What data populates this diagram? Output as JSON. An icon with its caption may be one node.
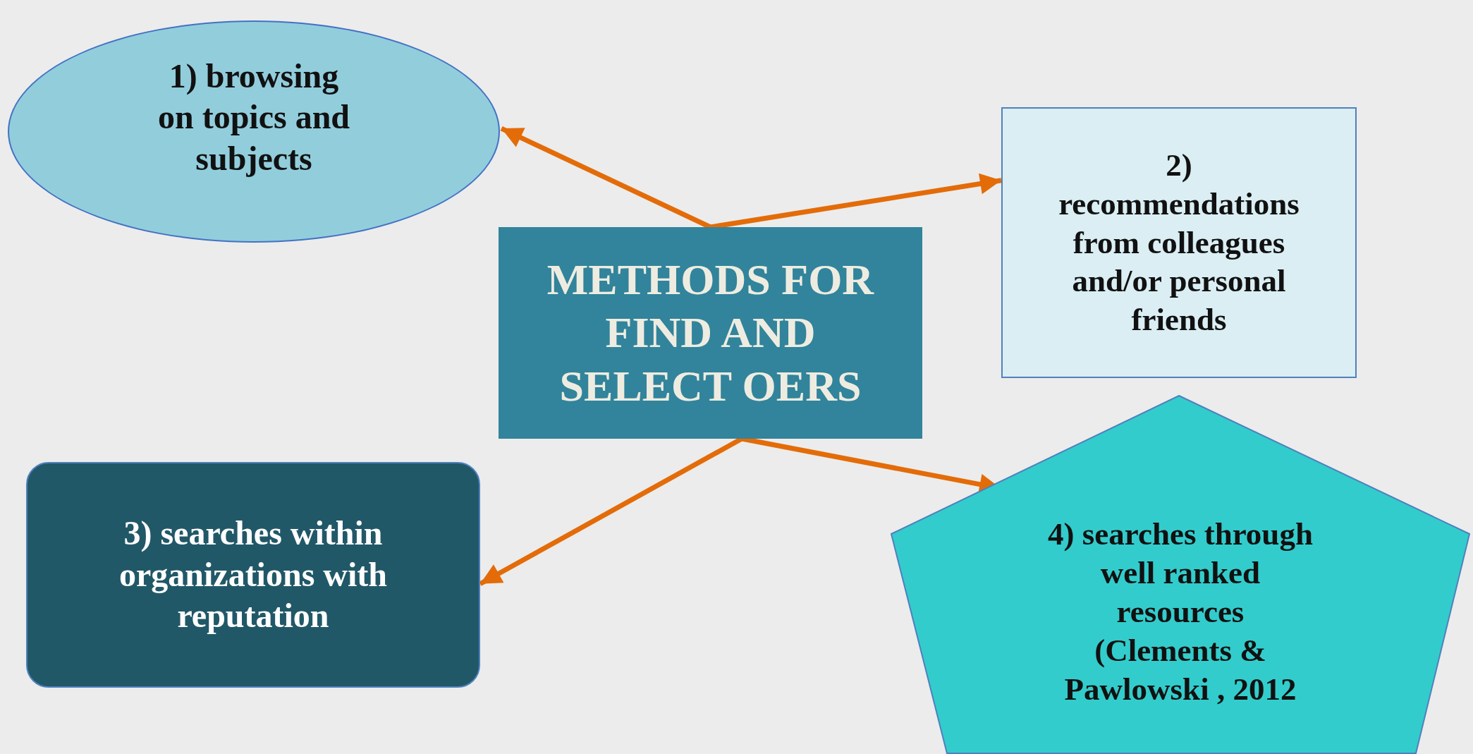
{
  "diagram": {
    "nodes": [
      {
        "text": [
          "1) browsing on topics and subjects"
        ]
      },
      {
        "text": [
          "2) recommendations from colleagues and/or personal friends"
        ]
      },
      {
        "text": [
          "METHODS FOR FIND AND SELECT OERS"
        ]
      },
      {
        "text": [
          "3) searches within organizations with reputation"
        ]
      },
      {
        "text": [
          "4) searches through well ranked resources (Clements & Pawlowski , 2012"
        ]
      }
    ],
    "edges": [
      {
        "from": 2,
        "to": 0,
        "arrow": "to"
      },
      {
        "from": 2,
        "to": 1,
        "arrow": "to"
      },
      {
        "from": 2,
        "to": 3,
        "arrow": "to"
      },
      {
        "from": 2,
        "to": 4,
        "arrow": "to"
      }
    ]
  }
}
